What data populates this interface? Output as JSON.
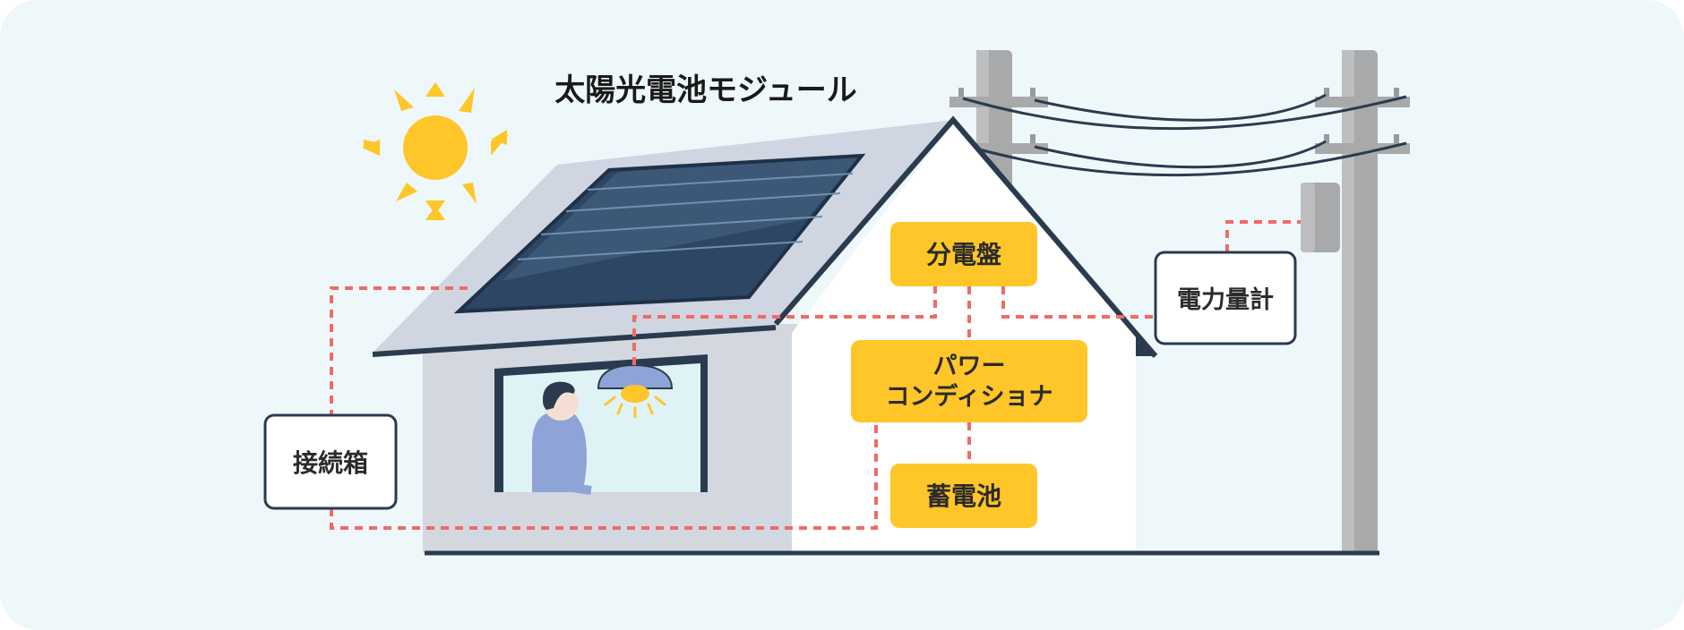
{
  "title": "太陽光電池モジュール",
  "labels": {
    "junction_box": "接続箱",
    "distribution_board": "分電盤",
    "power_conditioner_line1": "パワー",
    "power_conditioner_line2": "コンディショナ",
    "storage_battery": "蓄電池",
    "power_meter": "電力量計"
  },
  "colors": {
    "background": "#eef7fa",
    "accent_yellow": "#ffc629",
    "dashed_line": "#f06b64",
    "roof": "#cfd5e1",
    "panel": "#2d4663",
    "house_wall": "#ffffff",
    "house_shadow": "#d3d7df",
    "outline": "#2b3b4f",
    "pole": "#a8a9ab",
    "text_dark": "#2b2b2b"
  },
  "icons": {
    "sun": "sun-icon",
    "person": "person-icon",
    "lamp": "ceiling-lamp-icon"
  }
}
